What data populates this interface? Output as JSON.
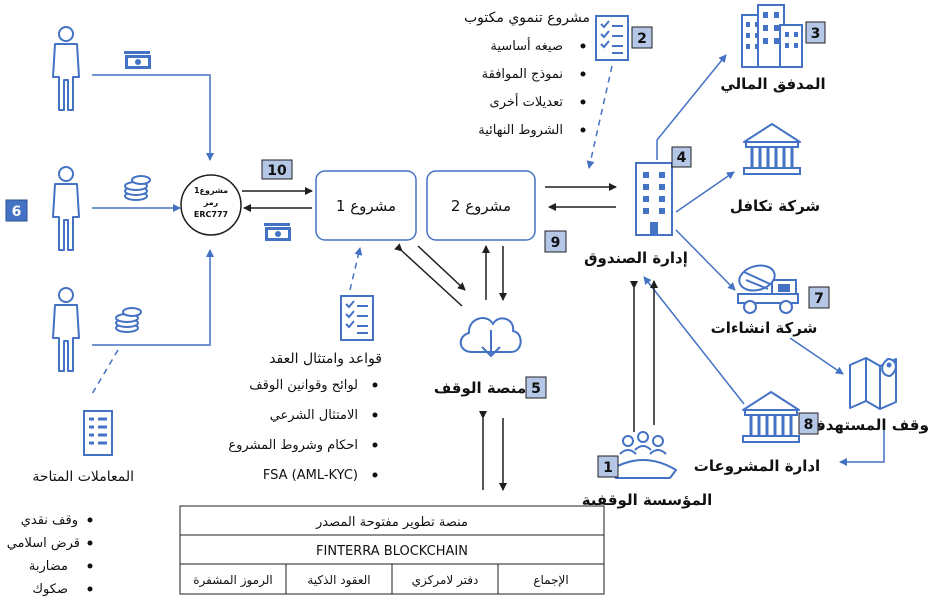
{
  "colors": {
    "blue": "#4472c4",
    "badge_fill": "#b4c7e7",
    "line": "#1f1f1f",
    "icon_fill": "#ffffff"
  },
  "badges": {
    "b1": "1",
    "b2": "2",
    "b3": "3",
    "b4": "4",
    "b5": "5",
    "b6": "6",
    "b7": "7",
    "b8": "8",
    "b9": "9",
    "b10": "10"
  },
  "token": {
    "line1": "مشروع1",
    "line2": "رمز",
    "line3": "ERC777"
  },
  "projects": {
    "p1": "مشروع 1",
    "p2": "مشروع 2"
  },
  "nodes": {
    "financier": "المدفق المالي",
    "takaful": "شركة تكافل",
    "construction": "شركة انشاءات",
    "beneficiary": "الوقف المستهدف",
    "project_mgmt": "ادارة المشروعات",
    "fund_mgmt": "إدارة الصندوق",
    "waqf_platform": "منصة الوقف",
    "institution": "المؤسسة الوقفية"
  },
  "written_project": {
    "title": "مشروع تنموي مكتوب",
    "items": [
      "صيغه أساسية",
      "نموذج الموافقة",
      "تعديلات أخرى",
      "الشروط النهائية"
    ]
  },
  "contract_rules": {
    "title": "قواعد وامتثال العقد",
    "items": [
      "لوائح وقوانين الوقف",
      "الامتثال الشرعي",
      "احكام وشروط المشروع",
      "FSA (AML-KYC)"
    ]
  },
  "transactions": {
    "title": "المعاملات المتاحة",
    "items": [
      "وقف نقدي",
      "قرض اسلامي",
      "مضاربة",
      "صكوك"
    ]
  },
  "open_platform": {
    "row1": "منصة تطوير مفتوحة المصدر",
    "row2": "FINTERRA BLOCKCHAIN",
    "cells": [
      "الإجماع",
      "دفتر لامركزي",
      "العقود الذكية",
      "الرموز المشفرة"
    ]
  },
  "icons": [
    "person-icon",
    "cash-icon",
    "coins-icon",
    "checklist-icon",
    "buildings-icon",
    "office-icon",
    "bank-icon",
    "mixer-truck-icon",
    "map-pin-icon",
    "cloud-download-icon",
    "people-icon",
    "document-icon"
  ]
}
